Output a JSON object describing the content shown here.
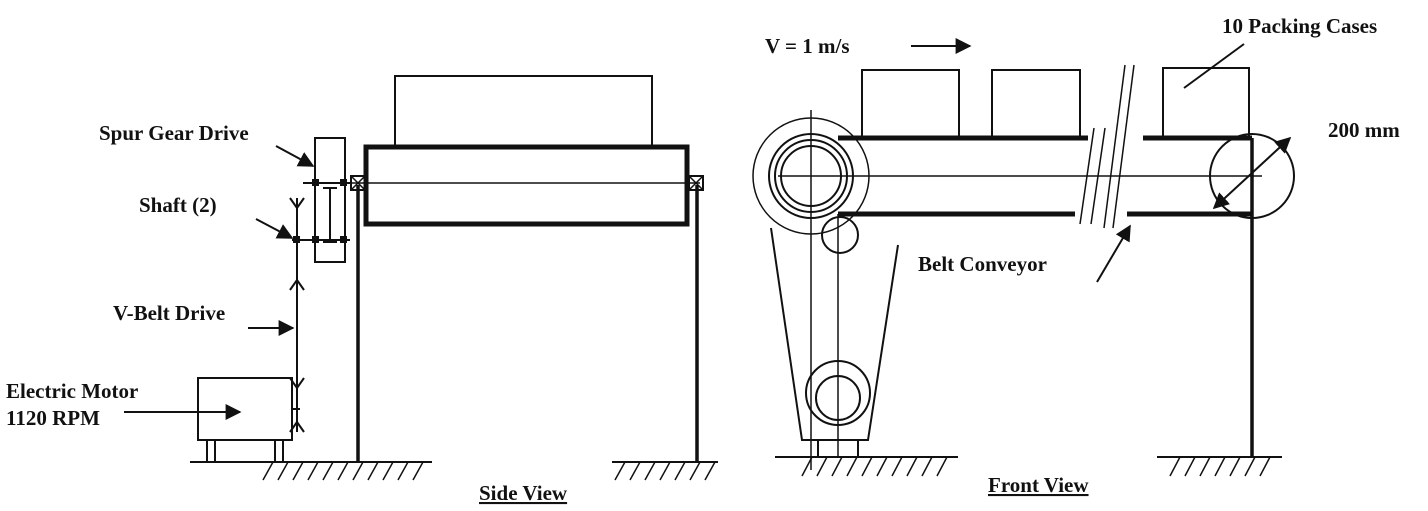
{
  "labels": {
    "spur_gear_drive": "Spur Gear Drive",
    "shaft": "Shaft (2)",
    "v_belt_drive": "V-Belt Drive",
    "electric_motor": "Electric Motor",
    "motor_rpm": "1120 RPM",
    "side_view": "Side View",
    "velocity": "V = 1 m/s",
    "packing_cases": "10 Packing Cases",
    "diameter": "200 mm",
    "belt_conveyor": "Belt Conveyor",
    "front_view": "Front View"
  },
  "colors": {
    "ink": "#111111",
    "background": "#ffffff"
  }
}
